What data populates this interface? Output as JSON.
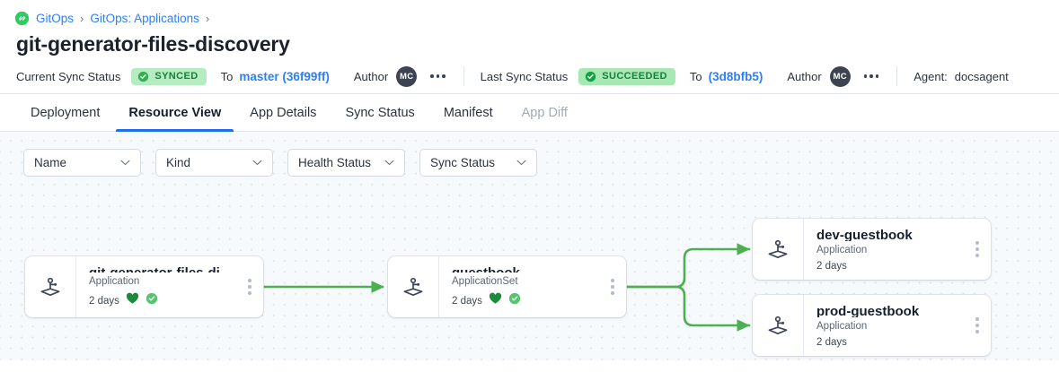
{
  "breadcrumb": {
    "logo_icon": "gitops-logo-icon",
    "items": [
      {
        "label": "GitOps",
        "link": true
      },
      {
        "label": "GitOps: Applications",
        "link": true
      }
    ],
    "separator": "›"
  },
  "page_title": "git-generator-files-discovery",
  "status_bar": {
    "current_sync": {
      "label": "Current Sync Status",
      "badge": "SYNCED",
      "badge_icon": "check-circle-icon",
      "to_word": "To",
      "target": "master (36f99ff)",
      "author_label": "Author",
      "author_initials": "MC",
      "overflow_icon": "more-horizontal-icon"
    },
    "last_sync": {
      "label": "Last Sync Status",
      "badge": "SUCCEEDED",
      "badge_icon": "check-circle-filled-icon",
      "to_word": "To",
      "target": "(3d8bfb5)",
      "author_label": "Author",
      "author_initials": "MC",
      "overflow_icon": "more-horizontal-icon"
    },
    "agent": {
      "label": "Agent:",
      "value": "docsagent"
    }
  },
  "tabs": [
    {
      "label": "Deployment",
      "active": false,
      "disabled": false
    },
    {
      "label": "Resource View",
      "active": true,
      "disabled": false
    },
    {
      "label": "App Details",
      "active": false,
      "disabled": false
    },
    {
      "label": "Sync Status",
      "active": false,
      "disabled": false
    },
    {
      "label": "Manifest",
      "active": false,
      "disabled": false
    },
    {
      "label": "App Diff",
      "active": false,
      "disabled": true
    }
  ],
  "filters": [
    {
      "label": "Name"
    },
    {
      "label": "Kind"
    },
    {
      "label": "Health Status"
    },
    {
      "label": "Sync Status"
    }
  ],
  "graph": {
    "nodes": [
      {
        "id": "root",
        "name": "git-generator-files-disco…",
        "kind": "Application",
        "age": "2 days",
        "icon": "argo-application-icon",
        "health_icon": "heart-icon",
        "sync_icon": "check-circle-icon",
        "show_status": true,
        "menu_icon": "more-vertical-icon"
      },
      {
        "id": "appset",
        "name": "guestbook",
        "kind": "ApplicationSet",
        "age": "2 days",
        "icon": "argo-application-icon",
        "health_icon": "heart-icon",
        "sync_icon": "check-circle-icon",
        "show_status": true,
        "menu_icon": "more-vertical-icon"
      },
      {
        "id": "dev",
        "name": "dev-guestbook",
        "kind": "Application",
        "age": "2 days",
        "icon": "argo-application-icon",
        "show_status": false,
        "menu_icon": "more-vertical-icon"
      },
      {
        "id": "prod",
        "name": "prod-guestbook",
        "kind": "Application",
        "age": "2 days",
        "icon": "argo-application-icon",
        "show_status": false,
        "menu_icon": "more-vertical-icon"
      }
    ],
    "edge_color": "#4caf50"
  },
  "colors": {
    "accent_blue": "#2d7ff9",
    "tab_underline": "#1f6feb",
    "healthy_green": "#1a7f37",
    "badge_bg": "#b6ecc1",
    "edge_green": "#4caf50",
    "canvas_bg": "#f7fafd"
  }
}
